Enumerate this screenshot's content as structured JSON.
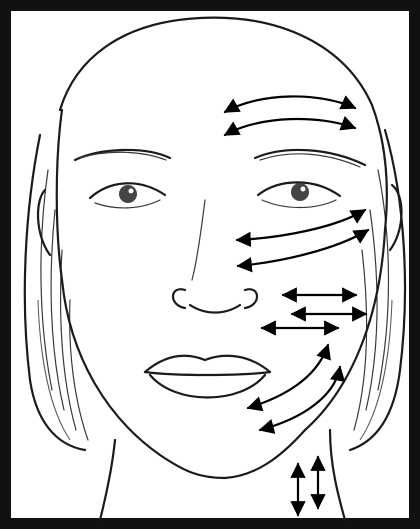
{
  "figure": {
    "subject": "face-massage-direction-diagram",
    "colors": {
      "frame": "#111111",
      "line": "#1b1b1b",
      "arrow": "#000000",
      "background": "#ffffff"
    },
    "arrow_groups": [
      {
        "name": "forehead",
        "count": 2,
        "kind": "curved-double-headed"
      },
      {
        "name": "under-eye-cheek",
        "count": 2,
        "kind": "curved-double-headed"
      },
      {
        "name": "mid-cheek",
        "count": 3,
        "kind": "straight-double-headed"
      },
      {
        "name": "jaw",
        "count": 2,
        "kind": "curved-double-headed"
      },
      {
        "name": "neck",
        "count": 2,
        "kind": "vertical-double-headed"
      }
    ]
  }
}
